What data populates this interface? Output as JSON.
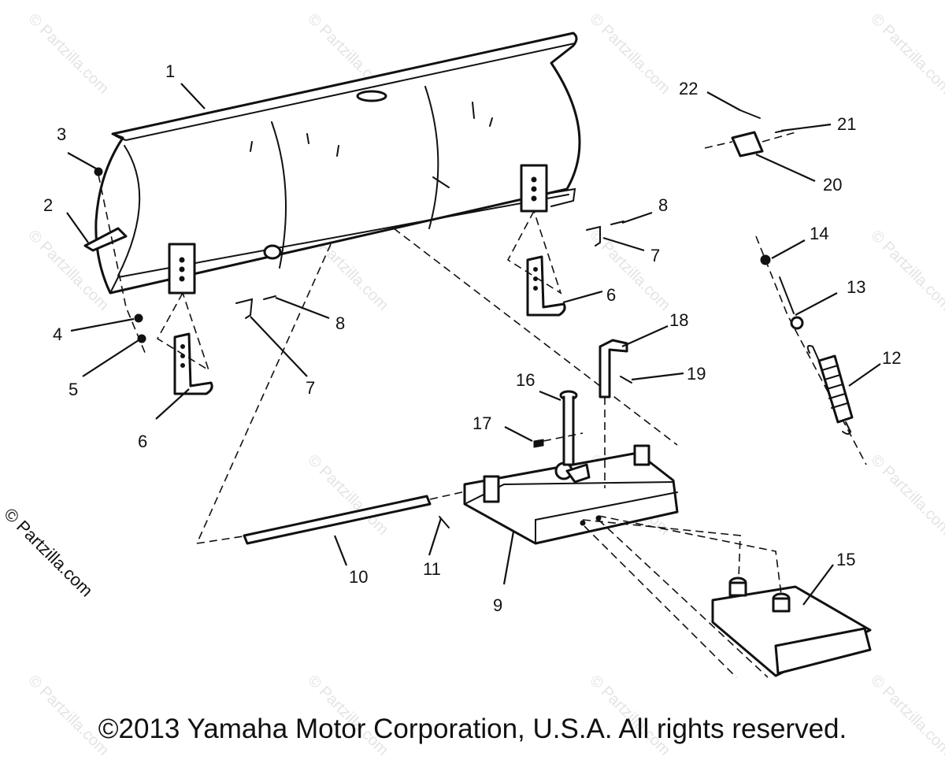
{
  "watermark": "© Partzilla.com",
  "side_watermark": "© Partzilla.com",
  "copyright": "©2013 Yamaha Motor Corporation, U.S.A. All rights reserved.",
  "parts": [
    {
      "label": "1"
    },
    {
      "label": "2"
    },
    {
      "label": "3"
    },
    {
      "label": "4"
    },
    {
      "label": "5"
    },
    {
      "label": "6"
    },
    {
      "label": "6"
    },
    {
      "label": "7"
    },
    {
      "label": "7"
    },
    {
      "label": "8"
    },
    {
      "label": "8"
    },
    {
      "label": "9"
    },
    {
      "label": "10"
    },
    {
      "label": "11"
    },
    {
      "label": "12"
    },
    {
      "label": "13"
    },
    {
      "label": "14"
    },
    {
      "label": "15"
    },
    {
      "label": "16"
    },
    {
      "label": "17"
    },
    {
      "label": "18"
    },
    {
      "label": "19"
    },
    {
      "label": "20"
    },
    {
      "label": "21"
    },
    {
      "label": "22"
    }
  ],
  "colors": {
    "ink": "#111111",
    "background": "#ffffff",
    "watermark": "#e4e4e4"
  }
}
